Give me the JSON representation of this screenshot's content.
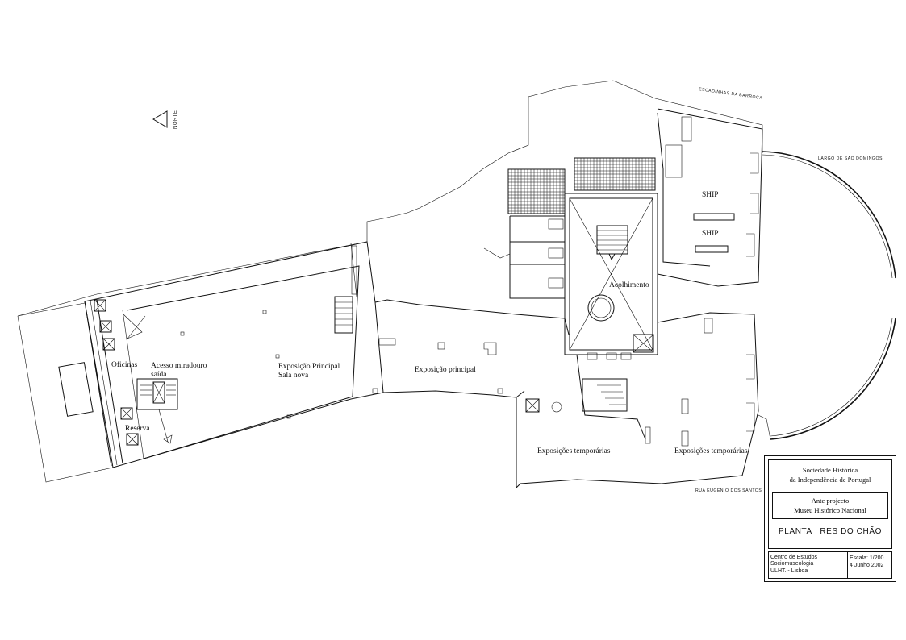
{
  "north": {
    "label": "NORTE"
  },
  "streets": {
    "top": "ESCADINHAS DA BARROCA",
    "right": "LARGO DE SAO DOMINGOS",
    "bottom": "RUA EUGENIO DOS SANTOS"
  },
  "rooms": {
    "oficinas": "Oficinas",
    "acesso_1": "Acesso miradouro",
    "acesso_2": "saída",
    "reserva": "Reserva",
    "sala_1": "Exposição Principal",
    "sala_2": "Sala nova",
    "principal": "Exposição principal",
    "acolhimento": "Acolhimento",
    "ship_1": "SHIP",
    "ship_2": "SHIP",
    "temp_1": "Exposições temporárias",
    "temp_2": "Exposições temporárias"
  },
  "title_block": {
    "society_1": "Sociedade Histórica",
    "society_2": "da Independência de Portugal",
    "project_1": "Ante projecto",
    "project_2": "Museu Histórico Nacional",
    "plan_name": "PLANTA   RES DO CHÃO",
    "centre_1": "Centro de Estudos",
    "centre_2": "Sociomuseologia",
    "centre_3": "ULHT. - Lisboa",
    "scale": "Escala: 1/200",
    "date": "4 Junho 2002"
  }
}
